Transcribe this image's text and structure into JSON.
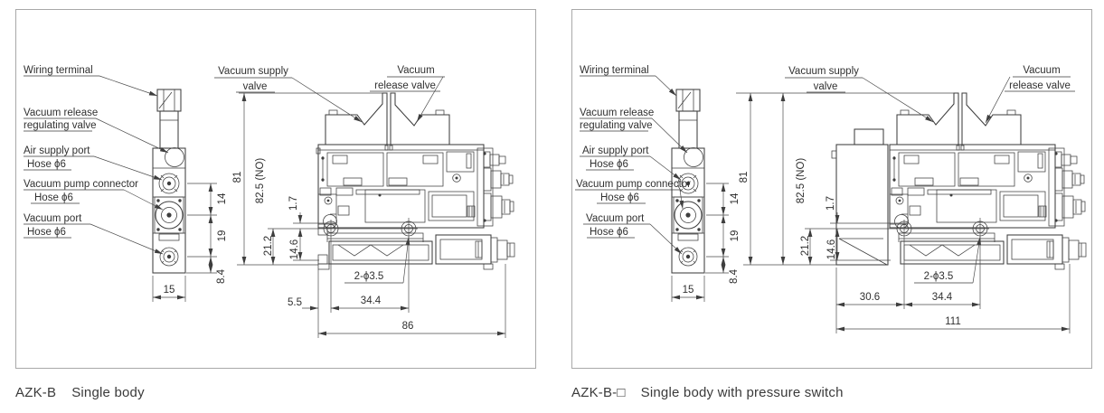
{
  "document_type": "technical-dimension-drawing",
  "colors": {
    "line": "#3e3e3e",
    "dimension_line": "#4a4a4a",
    "text": "#303030",
    "panel_border": "#a8a8a8",
    "background": "#ffffff"
  },
  "panels": [
    {
      "caption": {
        "code": "AZK-B",
        "text": "Single body"
      },
      "labels": {
        "wiring_terminal": "Wiring terminal",
        "vacuum_release_line1": "Vacuum release",
        "vacuum_release_line2": "regulating valve",
        "air_supply_port": "Air supply port",
        "air_supply_hose": "Hose ϕ6",
        "vacuum_pump_connector": "Vacuum pump connector",
        "vacuum_pump_hose": "Hose ϕ6",
        "vacuum_port": "Vacuum port",
        "vacuum_port_hose": "Hose ϕ6",
        "vacuum_supply_line1": "Vacuum supply",
        "vacuum_supply_line2": "valve",
        "vacuum_release_valve_line1": "Vacuum",
        "vacuum_release_valve_line2": "release valve"
      },
      "dimensions": {
        "overall_height": "81",
        "height_no": "82.5 (NO)",
        "offset_1_7": "1.7",
        "offset_14_6": "14.6",
        "offset_21_2": "21.2",
        "port_spacing_top": "14",
        "port_spacing_bottom": "19",
        "bottom_offset": "8.4",
        "body_width": "15",
        "mount_offset": "5.5",
        "mount_spacing": "34.4",
        "overall_width": "86",
        "mount_holes": "2-ϕ3.5"
      }
    },
    {
      "caption": {
        "code": "AZK-B-□",
        "text": "Single body with pressure switch"
      },
      "labels": {
        "wiring_terminal": "Wiring terminal",
        "vacuum_release_line1": "Vacuum release",
        "vacuum_release_line2": "regulating valve",
        "air_supply_port": "Air supply port",
        "air_supply_hose": "Hose ϕ6",
        "vacuum_pump_connector": "Vacuum pump connector",
        "vacuum_pump_hose": "Hose ϕ6",
        "vacuum_port": "Vacuum port",
        "vacuum_port_hose": "Hose ϕ6",
        "vacuum_supply_line1": "Vacuum supply",
        "vacuum_supply_line2": "valve",
        "vacuum_release_valve_line1": "Vacuum",
        "vacuum_release_valve_line2": "release valve"
      },
      "dimensions": {
        "overall_height": "81",
        "height_no": "82.5 (NO)",
        "offset_1_7": "1.7",
        "offset_14_6": "14.6",
        "offset_21_2": "21.2",
        "port_spacing_top": "14",
        "port_spacing_bottom": "19",
        "bottom_offset": "8.4",
        "body_width": "15",
        "mount_offset": "30.6",
        "mount_spacing": "34.4",
        "overall_width": "111",
        "mount_holes": "2-ϕ3.5"
      }
    }
  ]
}
